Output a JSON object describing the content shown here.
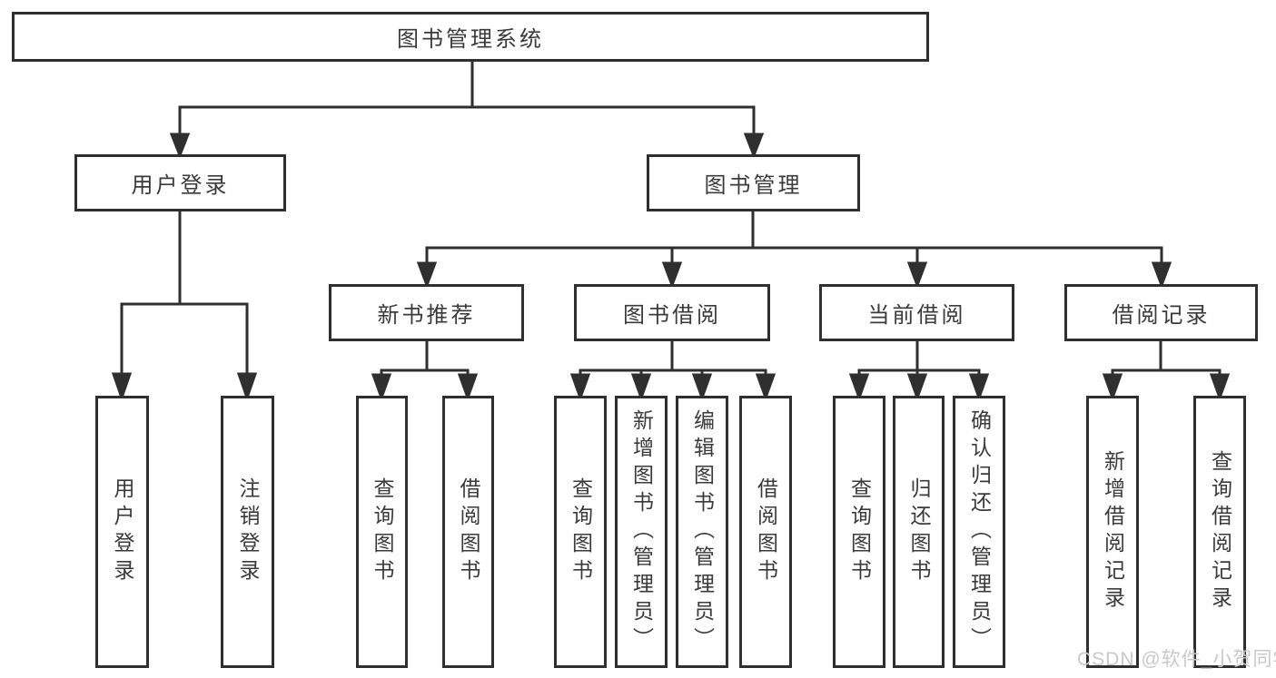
{
  "colors": {
    "line": "#2f2f2f",
    "box_border": "#2f2f2f",
    "text": "#3a3a3a",
    "background": "#ffffff",
    "watermark": "#c8c8c8"
  },
  "tree": {
    "root": {
      "label": "图书管理系统"
    },
    "branches": [
      {
        "label": "用户登录",
        "children": [
          {
            "label": "用户登录"
          },
          {
            "label": "注销登录"
          }
        ]
      },
      {
        "label": "图书管理",
        "children": [
          {
            "label": "新书推荐",
            "children": [
              {
                "label": "查询图书"
              },
              {
                "label": "借阅图书"
              }
            ]
          },
          {
            "label": "图书借阅",
            "children": [
              {
                "label": "查询图书"
              },
              {
                "label": "新增图书（管理员）"
              },
              {
                "label": "编辑图书（管理员）"
              },
              {
                "label": "借阅图书"
              }
            ]
          },
          {
            "label": "当前借阅",
            "children": [
              {
                "label": "查询图书"
              },
              {
                "label": "归还图书"
              },
              {
                "label": "确认归还（管理员）"
              }
            ]
          },
          {
            "label": "借阅记录",
            "children": [
              {
                "label": "新增借阅记录"
              },
              {
                "label": "查询借阅记录"
              }
            ]
          }
        ]
      }
    ]
  },
  "watermark": {
    "text": "CSDN @软件_小贺同学"
  }
}
